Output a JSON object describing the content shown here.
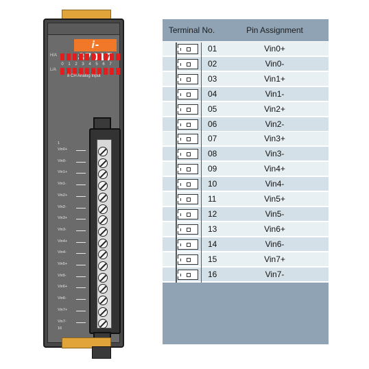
{
  "module": {
    "model_prefix": "i",
    "model_number": "-87017",
    "led_row_top_label": "H/A",
    "led_row_bottom_label": "L/A",
    "channel_numbers": [
      "0",
      "1",
      "2",
      "3",
      "4",
      "5",
      "6",
      "7"
    ],
    "subtitle": "8 CH Analog Input",
    "pin_labels": [
      "Vin0+",
      "Vin0-",
      "Vin1+",
      "Vin1-",
      "Vin2+",
      "Vin2-",
      "Vin3+",
      "Vin3-",
      "Vin4+",
      "Vin4-",
      "Vin5+",
      "Vin5-",
      "Vin6+",
      "Vin6-",
      "Vin7+",
      "Vin7-"
    ],
    "first_pin_number": "1",
    "last_pin_number": "16",
    "led_color": "#e21d1d",
    "label_color": "#f07828"
  },
  "table": {
    "headers": {
      "terminal": "Terminal No.",
      "pin": "Pin Assignment"
    },
    "header_color": "#8fa3b4",
    "rows": [
      {
        "no": "01",
        "pin": "Vin0+"
      },
      {
        "no": "02",
        "pin": "Vin0-"
      },
      {
        "no": "03",
        "pin": "Vin1+"
      },
      {
        "no": "04",
        "pin": "Vin1-"
      },
      {
        "no": "05",
        "pin": "Vin2+"
      },
      {
        "no": "06",
        "pin": "Vin2-"
      },
      {
        "no": "07",
        "pin": "Vin3+"
      },
      {
        "no": "08",
        "pin": "Vin3-"
      },
      {
        "no": "09",
        "pin": "Vin4+"
      },
      {
        "no": "10",
        "pin": "Vin4-"
      },
      {
        "no": "11",
        "pin": "Vin5+"
      },
      {
        "no": "12",
        "pin": "Vin5-"
      },
      {
        "no": "13",
        "pin": "Vin6+"
      },
      {
        "no": "14",
        "pin": "Vin6-"
      },
      {
        "no": "15",
        "pin": "Vin7+"
      },
      {
        "no": "16",
        "pin": "Vin7-"
      }
    ]
  }
}
